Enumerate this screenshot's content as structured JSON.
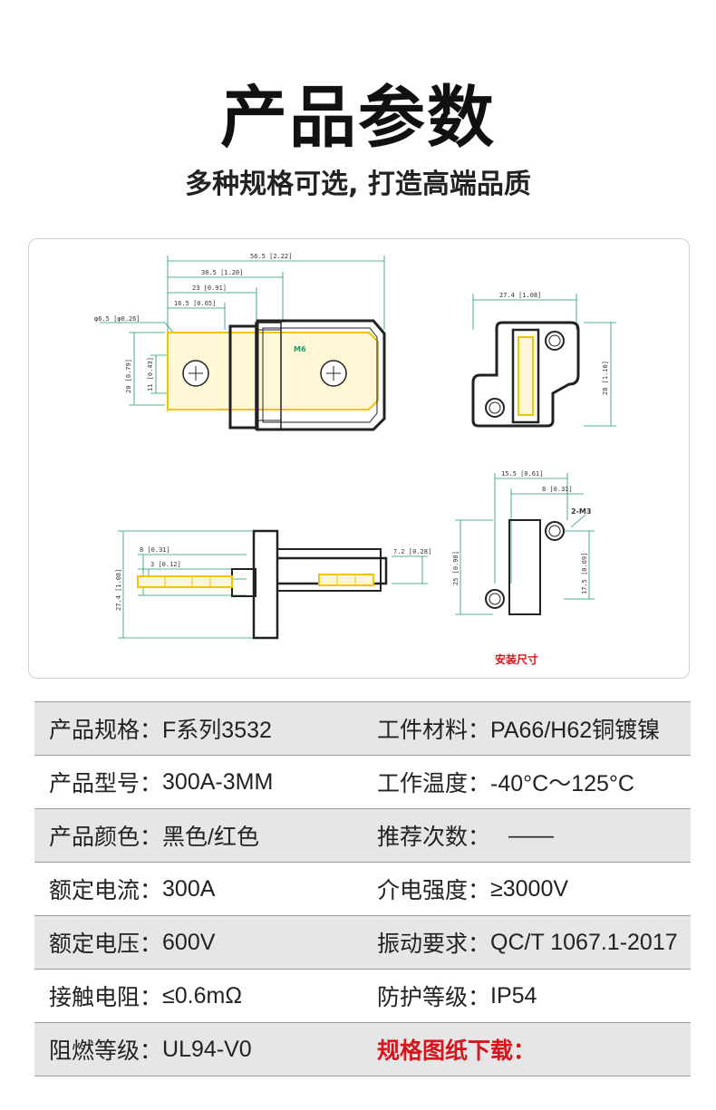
{
  "header": {
    "title": "产品参数",
    "subtitle": "多种规格可选, 打造高端品质"
  },
  "drawing": {
    "dims_top_view": [
      "56.5 [2.22]",
      "30.5 [1.20]",
      "23 [0.91]",
      "16.5 [0.65]",
      "φ6.5 [φ0.26]",
      "20 [0.79]",
      "11 [0.43]"
    ],
    "label_m6": "M6",
    "dims_end_view": [
      "27.4 [1.08]",
      "28 [1.10]"
    ],
    "dims_side_view": [
      "8 [0.31]",
      "3 [0.12]",
      "27.4 [1.08]",
      "7.2 [0.28]"
    ],
    "dims_mount": [
      "15.5 [0.61]",
      "8 [0.31]",
      "2-M3",
      "25 [0.98]",
      "17.5 [0.69]"
    ],
    "mount_caption": "安装尺寸",
    "colors": {
      "outline": "#222222",
      "terminal": "#f2c300",
      "dimension": "#1a9a6a",
      "caption": "#d8141b"
    }
  },
  "specs": {
    "rows": [
      {
        "left_label": "产品规格：",
        "left_value": "F系列3532",
        "right_label": "工件材料：",
        "right_value": "PA66/H62铜镀镍"
      },
      {
        "left_label": "产品型号：",
        "left_value": "300A-3MM",
        "right_label": "工作温度：",
        "right_value": "-40°C～125°C"
      },
      {
        "left_label": "产品颜色：",
        "left_value": "黑色/红色",
        "right_label": "推荐次数：",
        "right_value": "——"
      },
      {
        "left_label": "额定电流：",
        "left_value": "300A",
        "right_label": "介电强度：",
        "right_value": "≥3000V"
      },
      {
        "left_label": "额定电压：",
        "left_value": "600V",
        "right_label": "振动要求：",
        "right_value": "QC/T 1067.1-2017"
      },
      {
        "left_label": "接触电阻：",
        "left_value": "≤0.6mΩ",
        "right_label": "防护等级：",
        "right_value": "IP54"
      },
      {
        "left_label": "阻燃等级：",
        "left_value": "UL94-V0",
        "right_label": "规格图纸下载：",
        "right_value": ""
      }
    ]
  }
}
